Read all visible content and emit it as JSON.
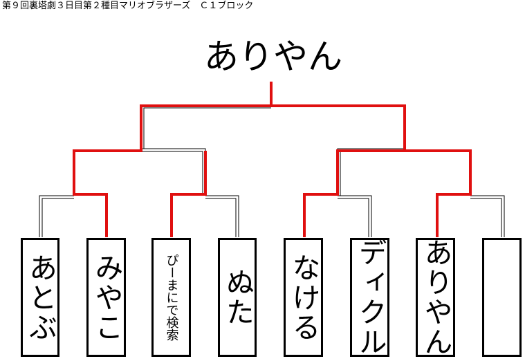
{
  "header": {
    "title": "第９回裏塔劇３日目第２種目マリオブラザーズ　Ｃ１ブロック"
  },
  "winner": {
    "name": "ありやん"
  },
  "colors": {
    "winning_path": "#e01010",
    "line": "#000000",
    "box_border": "#000000"
  },
  "players": [
    {
      "name": "あとぶ",
      "size": "lg"
    },
    {
      "name": "みやこ",
      "size": "lg"
    },
    {
      "name": "ぴーまにで検索",
      "size": "sm"
    },
    {
      "name": "ぬた",
      "size": "lg"
    },
    {
      "name": "なける",
      "size": "lg"
    },
    {
      "name": "ディクル",
      "size": "lg"
    },
    {
      "name": "ありやん",
      "size": "lg"
    },
    {
      "name": "",
      "size": "lg"
    }
  ]
}
